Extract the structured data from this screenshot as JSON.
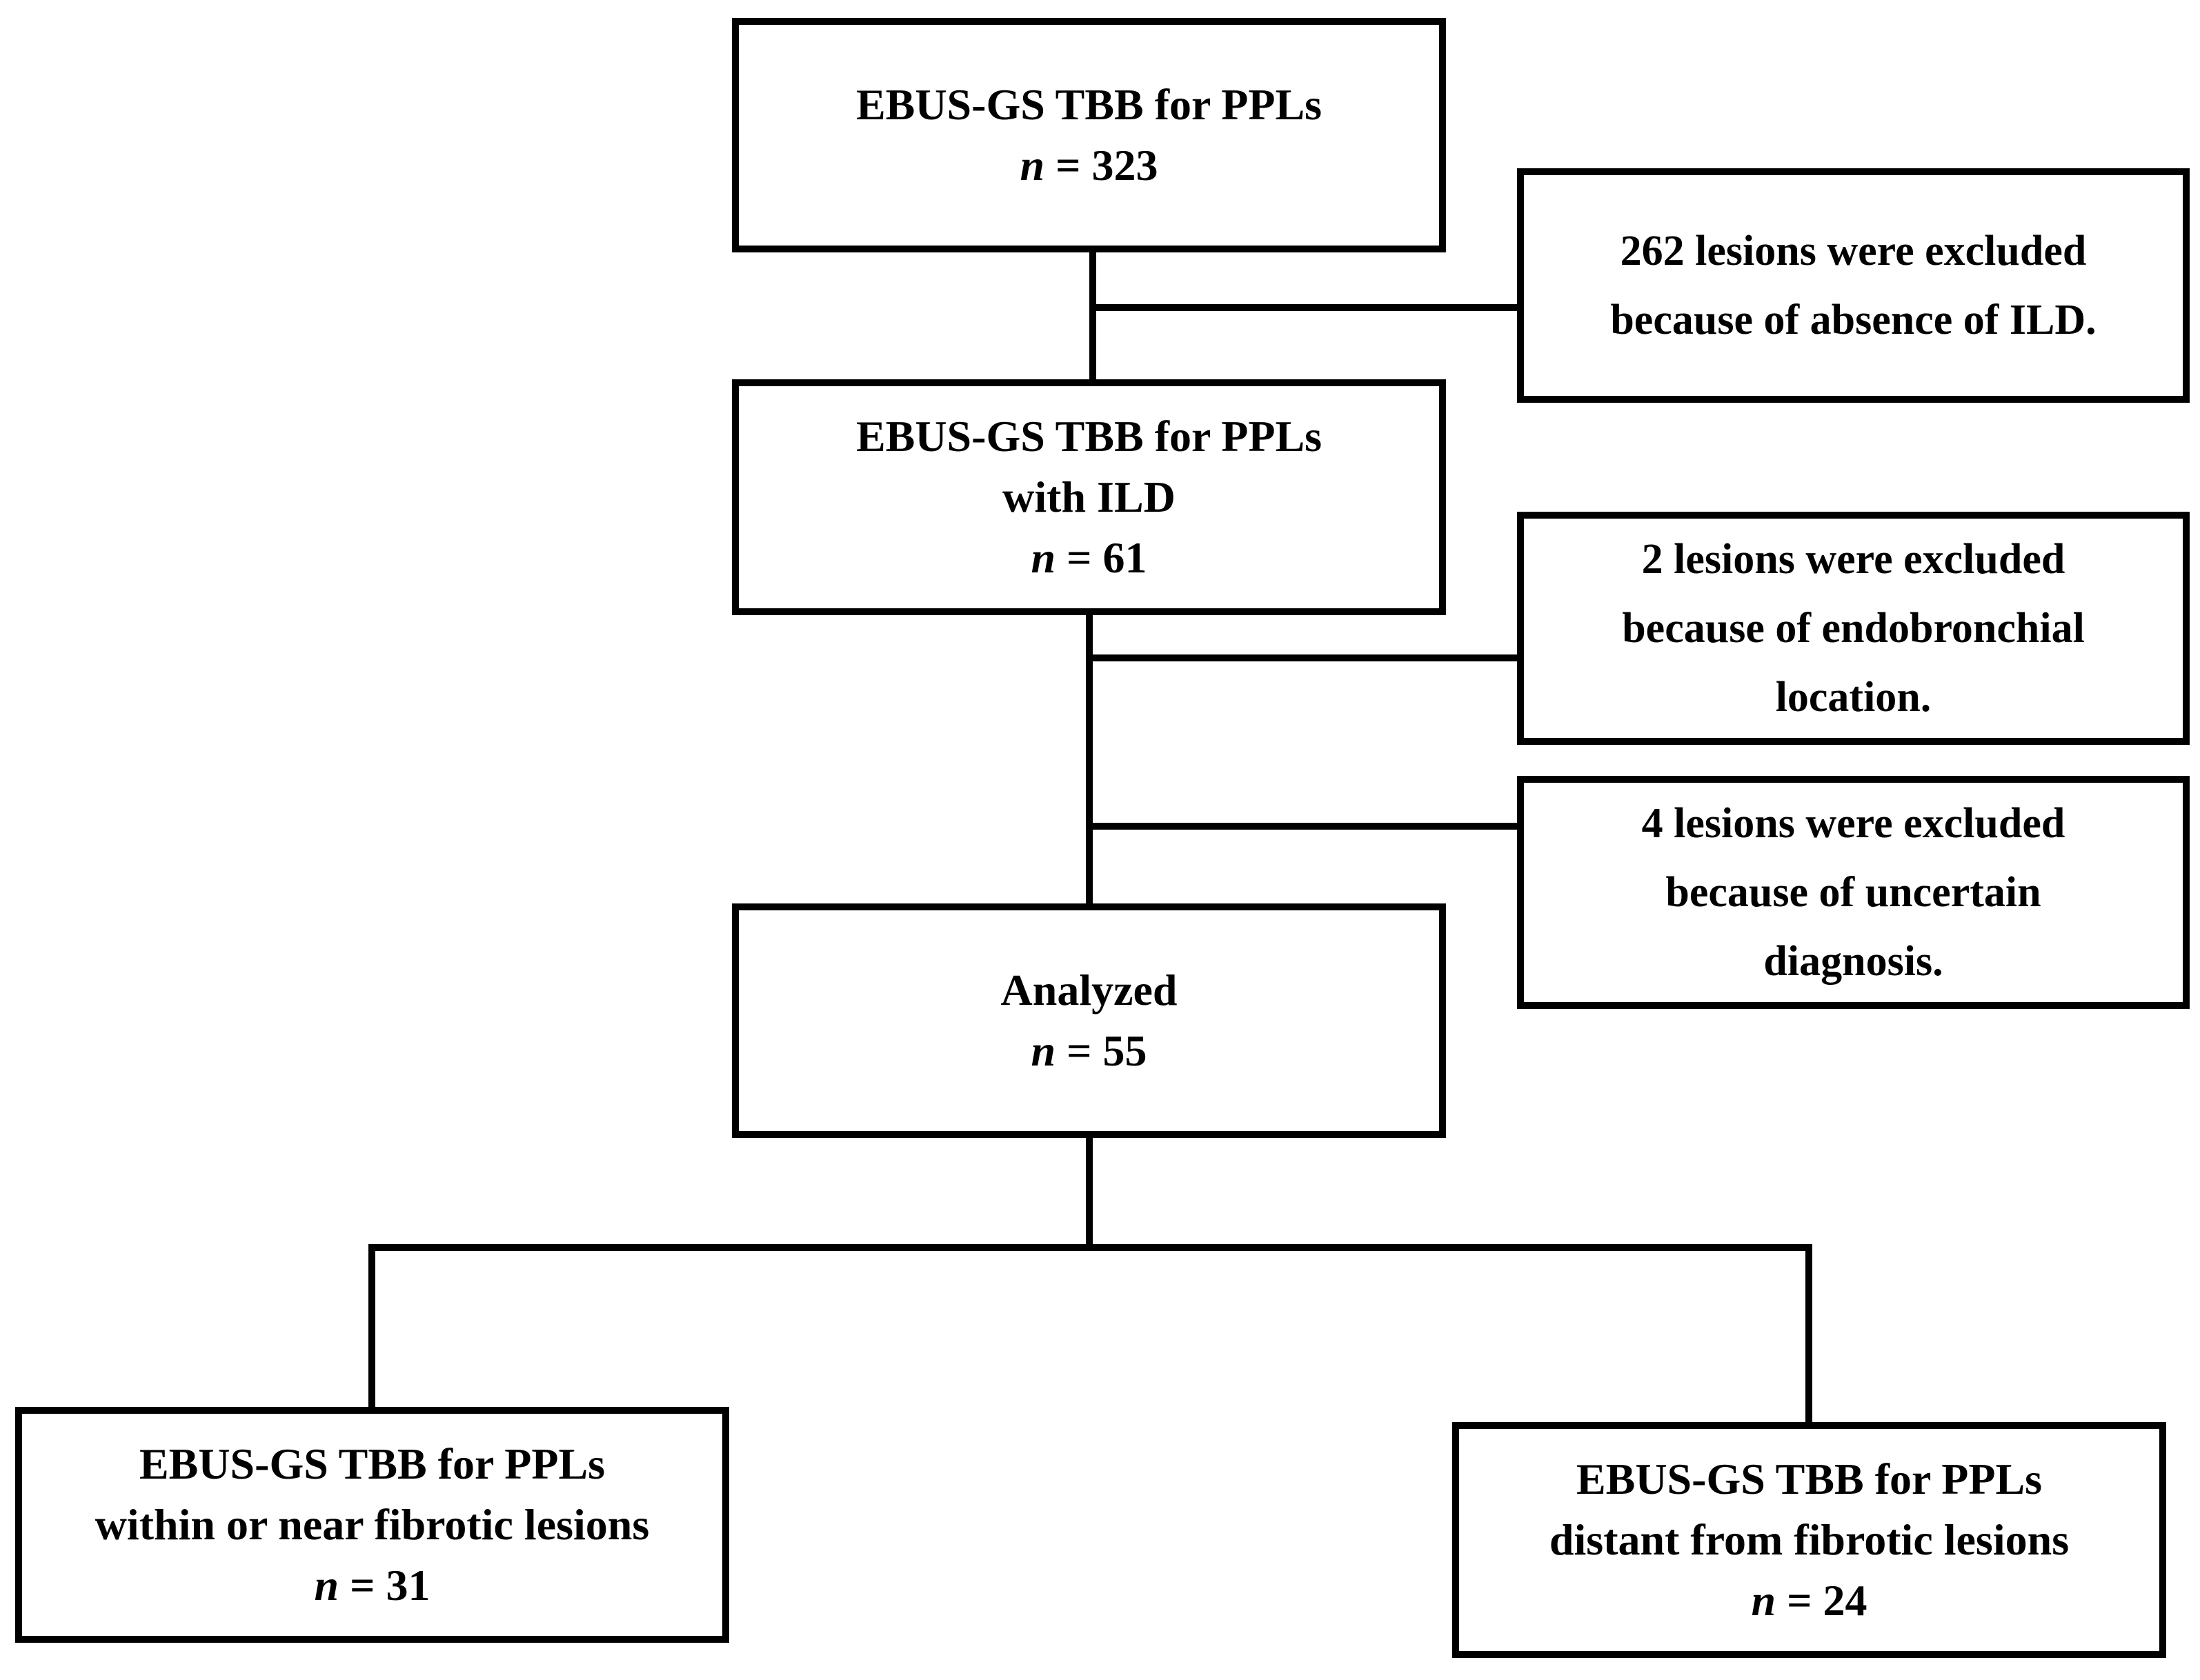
{
  "flowchart": {
    "n_symbol": "n",
    "eq": " = ",
    "initial": {
      "lines": [
        "EBUS-GS TBB for PPLs"
      ],
      "n": "323"
    },
    "with_ild": {
      "lines": [
        "EBUS-GS TBB for PPLs",
        "with ILD"
      ],
      "n": "61"
    },
    "analyzed": {
      "lines": [
        "Analyzed"
      ],
      "n": "55"
    },
    "near": {
      "lines": [
        "EBUS-GS TBB for PPLs",
        "within or near fibrotic lesions"
      ],
      "n": "31"
    },
    "distant": {
      "lines": [
        "EBUS-GS TBB for PPLs",
        "distant from fibrotic lesions"
      ],
      "n": "24"
    },
    "exclusions": [
      {
        "lines": [
          "262 lesions were excluded",
          "because of absence of ILD."
        ]
      },
      {
        "lines": [
          "2 lesions were excluded",
          "because of endobronchial",
          "location."
        ]
      },
      {
        "lines": [
          "4 lesions were excluded",
          "because of uncertain",
          "diagnosis."
        ]
      }
    ]
  }
}
